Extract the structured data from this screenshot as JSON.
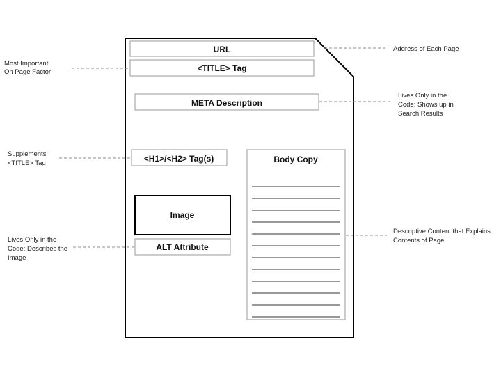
{
  "page": {
    "fields": {
      "url": "URL",
      "title_tag": "<TITLE> Tag",
      "meta_description": "META Description",
      "headings": "<H1>/<H2> Tag(s)",
      "image": "Image",
      "alt_attribute": "ALT Attribute",
      "body_copy": "Body Copy"
    },
    "body_copy_line_count": 12
  },
  "annotations": {
    "most_important": [
      "Most Important",
      "On Page Factor"
    ],
    "supplements": [
      "Supplements",
      "<TITLE> Tag"
    ],
    "lives_only_image": [
      "Lives Only in the",
      "Code: Describes the",
      "Image"
    ],
    "address": [
      "Address of Each Page"
    ],
    "lives_only_meta": [
      "Lives Only in the",
      "Code: Shows up in",
      "Search Results"
    ],
    "descriptive": [
      "Descriptive Content that Explains",
      "Contents of Page"
    ]
  }
}
